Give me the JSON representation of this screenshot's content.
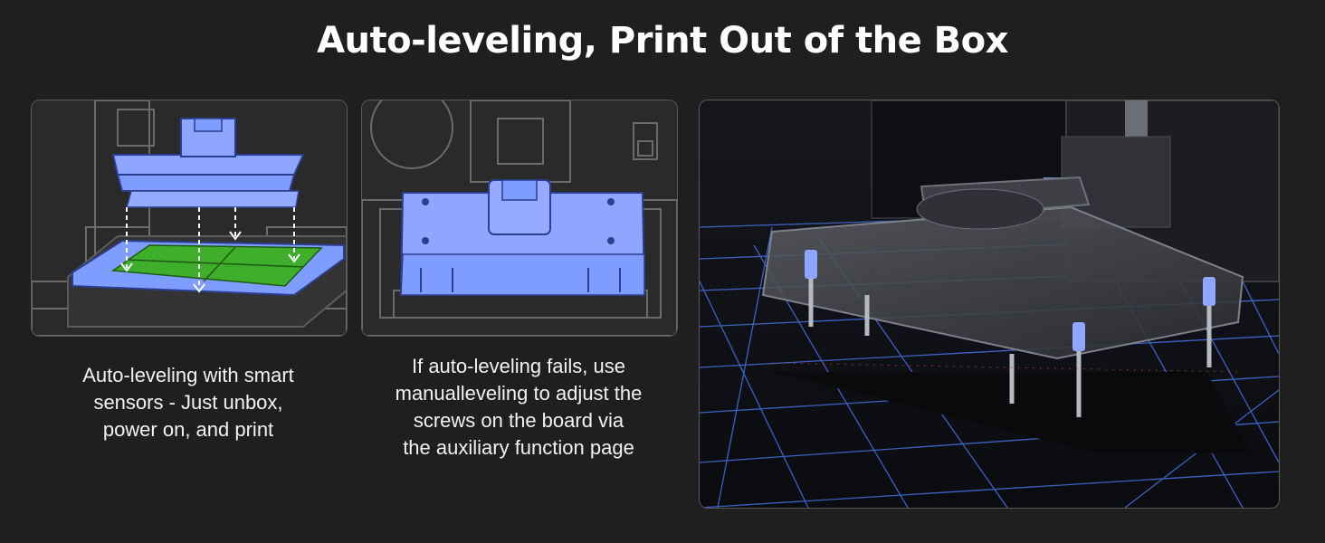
{
  "header": {
    "title": "Auto-leveling, Print Out of the Box"
  },
  "panels": [
    {
      "caption_lines": [
        "Auto-leveling with smart",
        "sensors - Just unbox,",
        "power on, and print"
      ]
    },
    {
      "caption_lines": [
        "If auto-leveling fails, use",
        "manualleveling to adjust the",
        "screws on the board via",
        "the auxiliary function page"
      ]
    }
  ],
  "colors": {
    "background": "#1f1f1f",
    "highlight_blue": "#7f9cff",
    "sensor_green": "#3fae2a",
    "grid_blue": "#5a8cff"
  }
}
